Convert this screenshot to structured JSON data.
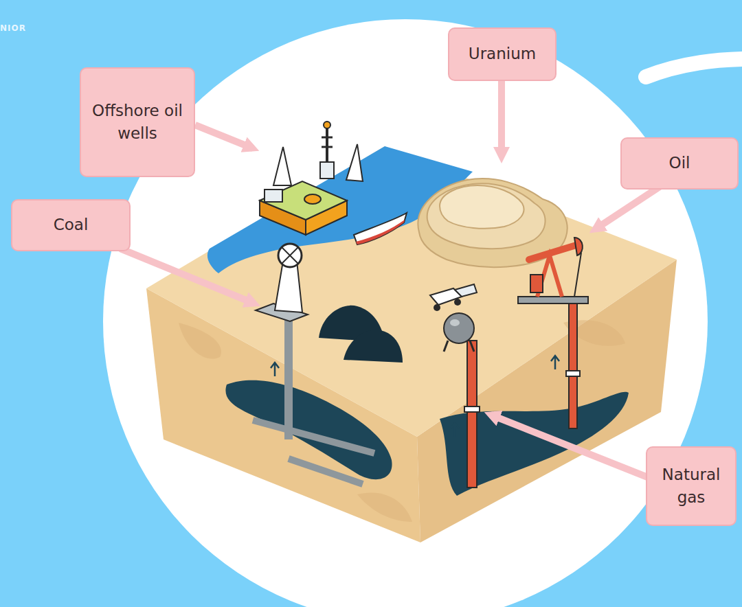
{
  "diagram": {
    "nodes": [
      {
        "text": [
          "Uranium"
        ]
      },
      {
        "text": [
          "Offshore oil wells"
        ]
      },
      {
        "text": [
          "Oil"
        ]
      },
      {
        "text": [
          "Coal"
        ]
      },
      {
        "text": [
          "Natural gas"
        ]
      }
    ],
    "labels": [
      "NIOR"
    ]
  }
}
